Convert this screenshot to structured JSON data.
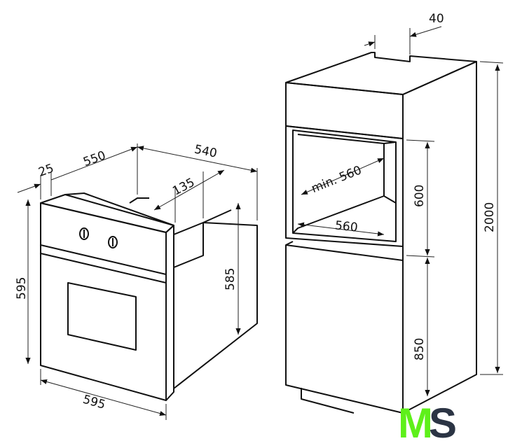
{
  "dimensions": {
    "oven": {
      "depth_total": "550",
      "front_thickness": "25",
      "body_depth": "540",
      "panel_depth": "135",
      "front_height": "595",
      "body_height": "585",
      "front_width": "595"
    },
    "cabinet": {
      "top_gap": "40",
      "niche_min_width": "min. 560",
      "niche_width": "560",
      "niche_height": "600",
      "base_height": "850",
      "total_height": "2000"
    }
  },
  "logo": {
    "text_m": "M",
    "text_s": "S",
    "colors": {
      "m": "#5ef01a",
      "s": "#2b3444"
    }
  }
}
